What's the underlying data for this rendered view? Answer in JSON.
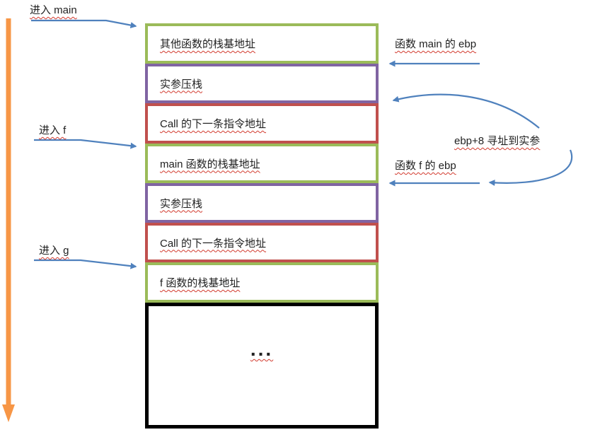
{
  "stack": {
    "boxes": [
      {
        "label": "其他函数的栈基地址",
        "border": "#9bbb59"
      },
      {
        "label": "实参压栈",
        "border": "#8064a2"
      },
      {
        "label": "Call 的下一条指令地址",
        "border": "#c0504d"
      },
      {
        "label": "main 函数的栈基地址",
        "border": "#9bbb59"
      },
      {
        "label": "实参压栈",
        "border": "#8064a2"
      },
      {
        "label": "Call 的下一条指令地址",
        "border": "#c0504d"
      },
      {
        "label": "f 函数的栈基地址",
        "border": "#9bbb59"
      },
      {
        "label": "...",
        "border": "#000000"
      }
    ]
  },
  "labels": {
    "enter_main": "进入 main",
    "enter_f": "进入 f",
    "enter_g": "进入 g",
    "main_ebp": "函数 main 的 ebp",
    "f_ebp": "函数 f 的 ebp",
    "ebp8": "ebp+8 寻址到实参"
  },
  "colors": {
    "arrow_blue": "#4f81bd",
    "timeline_orange": "#f79646",
    "frame_green": "#9bbb59",
    "frame_purple": "#8064a2",
    "frame_red": "#c0504d",
    "frame_black": "#000000",
    "squiggle_red": "#d23a2e"
  }
}
